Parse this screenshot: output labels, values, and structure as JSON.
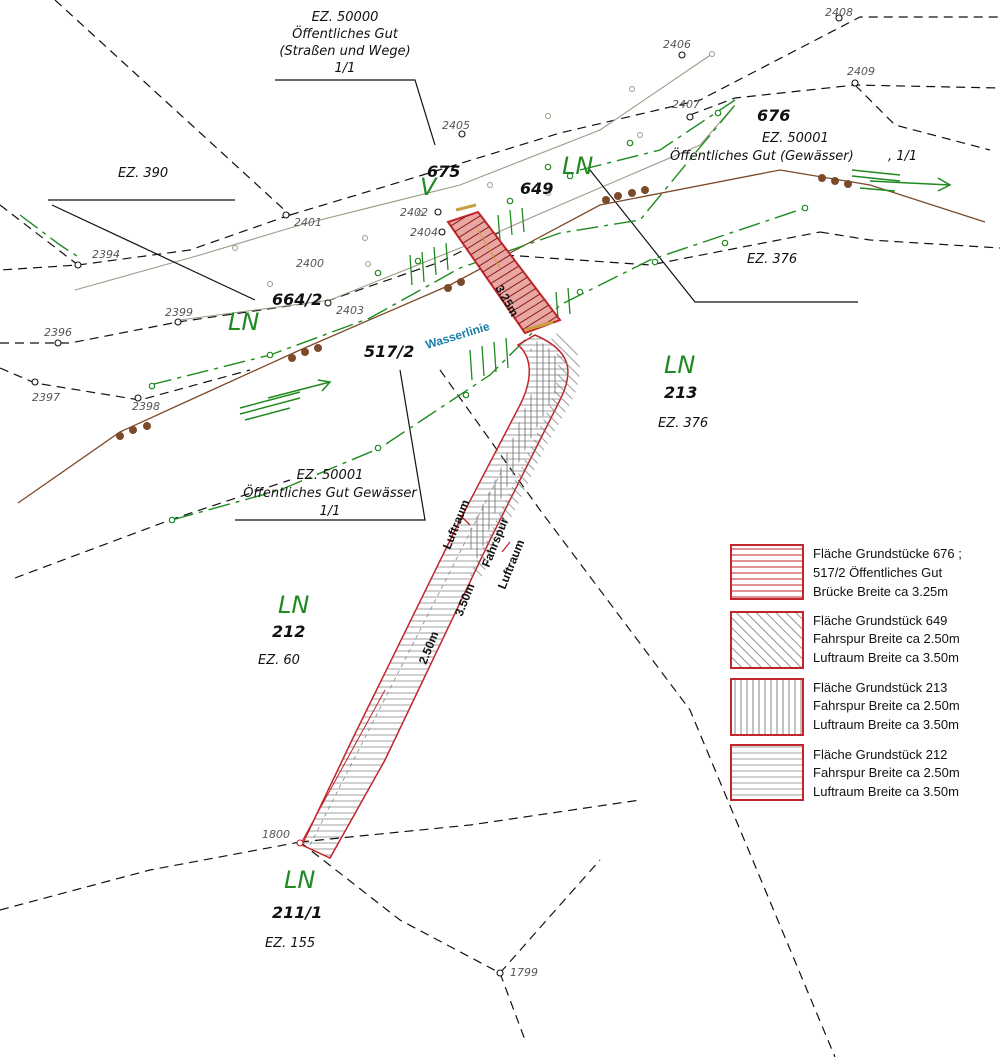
{
  "colors": {
    "boundary": "#111111",
    "parcel_line": "#a09a88",
    "river_bank": "#1f8a1f",
    "river_center": "#7a4a2a",
    "bridge": "#c0262c",
    "water_line": "#1a7fa8",
    "survey_bar": "#c8a040"
  },
  "owner_labels": {
    "ez50000_title": "EZ. 50000",
    "ez50000_line1": "Öffentliches Gut",
    "ez50000_line2": "(Straßen und Wege)",
    "ez50000_line3": "1/1",
    "ez390": "EZ. 390",
    "ez50001_top_title": "EZ. 50001",
    "ez50001_top_line": "Öffentliches Gut (Gewässer)",
    "ez50001_top_share": ", 1/1",
    "ez50001_bottom_title": "EZ. 50001",
    "ez50001_bottom_line": "Öffentliches Gut Gewässer",
    "ez50001_bottom_share": "1/1",
    "ez376_top": "EZ. 376",
    "ez376_right": "EZ. 376",
    "ez60": "EZ. 60",
    "ez155": "EZ. 155"
  },
  "parcels": {
    "p676": "676",
    "p675": "675",
    "p649": "649",
    "p664_2": "664/2",
    "p517_2": "517/2",
    "p213": "213",
    "p212": "212",
    "p211_1": "211/1"
  },
  "land_use": {
    "ln_left": "LN",
    "ln_213": "LN",
    "ln_212": "LN",
    "ln_211": "LN",
    "ln_river": "LN"
  },
  "points": {
    "p2408": "2408",
    "p2406": "2406",
    "p2409": "2409",
    "p2405": "2405",
    "p2407": "2407",
    "p2402": "2402",
    "p2401": "2401",
    "p2404": "2404",
    "p2394": "2394",
    "p2400": "2400",
    "p2399": "2399",
    "p2403": "2403",
    "p2396": "2396",
    "p2397": "2397",
    "p2398": "2398",
    "p1800": "1800",
    "p1799": "1799"
  },
  "annotations": {
    "wasserlinie": "Wasserlinie",
    "bridge_width": "3.25m",
    "luftraum_left": "Luftraum",
    "luftraum_right": "Luftraum",
    "fahrspur": "Fahrspur",
    "width_250": "2.50m",
    "width_350": "3.50m"
  },
  "legend": {
    "item1_line1": "Fläche Grundstücke 676 ;",
    "item1_line2": "517/2 Öffentliches Gut",
    "item1_line3": "Brücke Breite ca 3.25m",
    "item2_line1": "Fläche Grundstück 649",
    "item2_line2": "Fahrspur Breite ca 2.50m",
    "item2_line3": "Luftraum Breite ca 3.50m",
    "item3_line1": "Fläche Grundstück 213",
    "item3_line2": "Fahrspur Breite ca 2.50m",
    "item3_line3": "Luftraum Breite ca 3.50m",
    "item4_line1": "Fläche Grundstück 212",
    "item4_line2": "Fahrspur Breite ca 2.50m",
    "item4_line3": "Luftraum Breite ca 3.50m"
  }
}
